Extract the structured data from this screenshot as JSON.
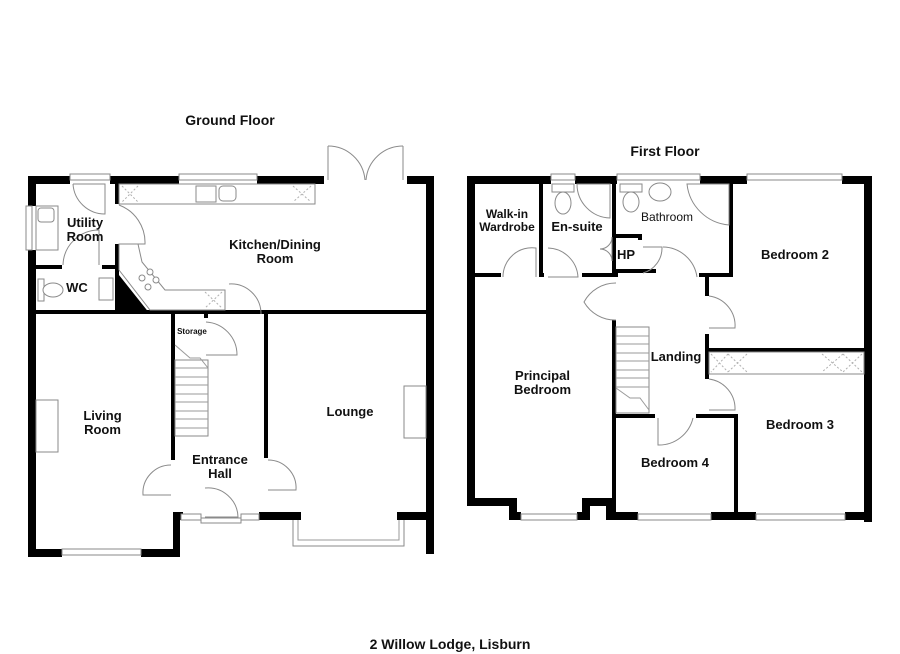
{
  "ground_floor": {
    "title": "Ground Floor",
    "rooms": {
      "utility": "Utility\nRoom",
      "utility_l1": "Utility",
      "utility_l2": "Room",
      "wc": "WC",
      "kitchen_l1": "Kitchen/Dining",
      "kitchen_l2": "Room",
      "storage": "Storage",
      "living_l1": "Living",
      "living_l2": "Room",
      "lounge": "Lounge",
      "hall_l1": "Entrance",
      "hall_l2": "Hall"
    }
  },
  "first_floor": {
    "title": "First Floor",
    "rooms": {
      "wardrobe_l1": "Walk-in",
      "wardrobe_l2": "Wardrobe",
      "ensuite": "En-suite",
      "bathroom": "Bathroom",
      "hp": "HP",
      "bedroom2": "Bedroom 2",
      "landing": "Landing",
      "principal_l1": "Principal",
      "principal_l2": "Bedroom",
      "bedroom3": "Bedroom 3",
      "bedroom4": "Bedroom 4"
    }
  },
  "caption": "2 Willow Lodge, Lisburn",
  "colors": {
    "wall": "#000000",
    "fixture_line": "#8a8a8a",
    "background": "#ffffff"
  }
}
